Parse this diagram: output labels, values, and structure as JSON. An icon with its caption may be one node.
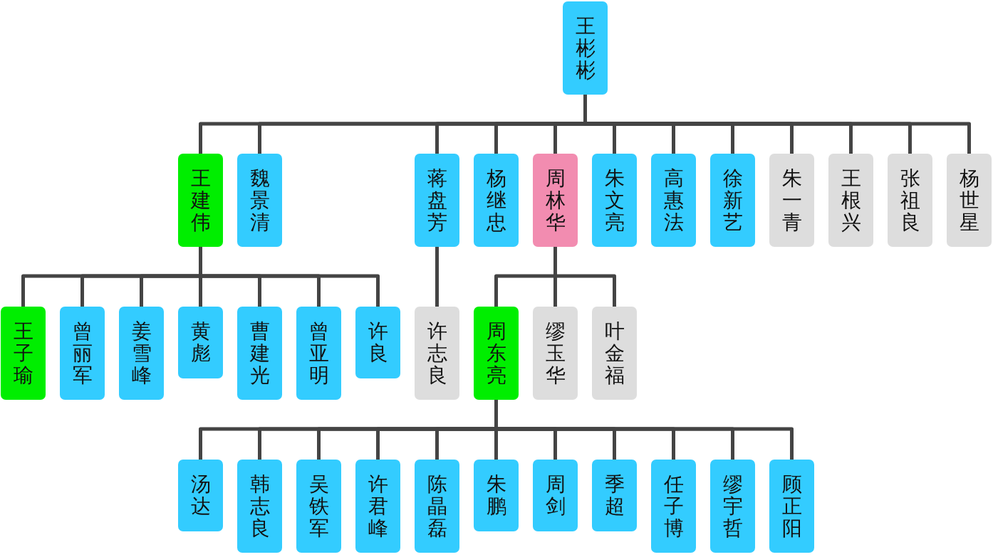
{
  "diagram": {
    "nodes": [
      {
        "text": [
          "王彬彬"
        ]
      },
      {
        "text": [
          "王建伟"
        ]
      },
      {
        "text": [
          "魏景清"
        ]
      },
      {
        "text": [
          "蒋盘芳"
        ]
      },
      {
        "text": [
          "杨继忠"
        ]
      },
      {
        "text": [
          "周林华"
        ]
      },
      {
        "text": [
          "朱文亮"
        ]
      },
      {
        "text": [
          "高惠法"
        ]
      },
      {
        "text": [
          "徐新艺"
        ]
      },
      {
        "text": [
          "朱一青"
        ]
      },
      {
        "text": [
          "王根兴"
        ]
      },
      {
        "text": [
          "张祖良"
        ]
      },
      {
        "text": [
          "杨世星"
        ]
      },
      {
        "text": [
          "王子瑜"
        ]
      },
      {
        "text": [
          "曾丽军"
        ]
      },
      {
        "text": [
          "姜雪峰"
        ]
      },
      {
        "text": [
          "黄彪"
        ]
      },
      {
        "text": [
          "曹建光"
        ]
      },
      {
        "text": [
          "曾亚明"
        ]
      },
      {
        "text": [
          "许良"
        ]
      },
      {
        "text": [
          "许志良"
        ]
      },
      {
        "text": [
          "周东亮"
        ]
      },
      {
        "text": [
          "缪玉华"
        ]
      },
      {
        "text": [
          "叶金福"
        ]
      },
      {
        "text": [
          "汤达"
        ]
      },
      {
        "text": [
          "韩志良"
        ]
      },
      {
        "text": [
          "吴铁军"
        ]
      },
      {
        "text": [
          "许君峰"
        ]
      },
      {
        "text": [
          "陈晶磊"
        ]
      },
      {
        "text": [
          "朱鹏"
        ]
      },
      {
        "text": [
          "周剑"
        ]
      },
      {
        "text": [
          "季超"
        ]
      },
      {
        "text": [
          "任子博"
        ]
      },
      {
        "text": [
          "缪宇哲"
        ]
      },
      {
        "text": [
          "顾正阳"
        ]
      }
    ],
    "edges": [
      {
        "from": 0,
        "to": 1,
        "arrow": "none"
      },
      {
        "from": 0,
        "to": 2,
        "arrow": "none"
      },
      {
        "from": 0,
        "to": 3,
        "arrow": "none"
      },
      {
        "from": 0,
        "to": 4,
        "arrow": "none"
      },
      {
        "from": 0,
        "to": 5,
        "arrow": "none"
      },
      {
        "from": 0,
        "to": 6,
        "arrow": "none"
      },
      {
        "from": 0,
        "to": 7,
        "arrow": "none"
      },
      {
        "from": 0,
        "to": 8,
        "arrow": "none"
      },
      {
        "from": 0,
        "to": 9,
        "arrow": "none"
      },
      {
        "from": 0,
        "to": 10,
        "arrow": "none"
      },
      {
        "from": 0,
        "to": 11,
        "arrow": "none"
      },
      {
        "from": 0,
        "to": 12,
        "arrow": "none"
      },
      {
        "from": 1,
        "to": 13,
        "arrow": "none"
      },
      {
        "from": 1,
        "to": 14,
        "arrow": "none"
      },
      {
        "from": 1,
        "to": 15,
        "arrow": "none"
      },
      {
        "from": 1,
        "to": 16,
        "arrow": "none"
      },
      {
        "from": 1,
        "to": 17,
        "arrow": "none"
      },
      {
        "from": 1,
        "to": 18,
        "arrow": "none"
      },
      {
        "from": 1,
        "to": 19,
        "arrow": "none"
      },
      {
        "from": 3,
        "to": 20,
        "arrow": "none"
      },
      {
        "from": 5,
        "to": 21,
        "arrow": "none"
      },
      {
        "from": 5,
        "to": 22,
        "arrow": "none"
      },
      {
        "from": 5,
        "to": 23,
        "arrow": "none"
      },
      {
        "from": 21,
        "to": 24,
        "arrow": "none"
      },
      {
        "from": 21,
        "to": 25,
        "arrow": "none"
      },
      {
        "from": 21,
        "to": 26,
        "arrow": "none"
      },
      {
        "from": 21,
        "to": 27,
        "arrow": "none"
      },
      {
        "from": 21,
        "to": 28,
        "arrow": "none"
      },
      {
        "from": 21,
        "to": 29,
        "arrow": "none"
      },
      {
        "from": 21,
        "to": 30,
        "arrow": "none"
      },
      {
        "from": 21,
        "to": 31,
        "arrow": "none"
      },
      {
        "from": 21,
        "to": 32,
        "arrow": "none"
      },
      {
        "from": 21,
        "to": 33,
        "arrow": "none"
      },
      {
        "from": 21,
        "to": 34,
        "arrow": "none"
      }
    ]
  }
}
